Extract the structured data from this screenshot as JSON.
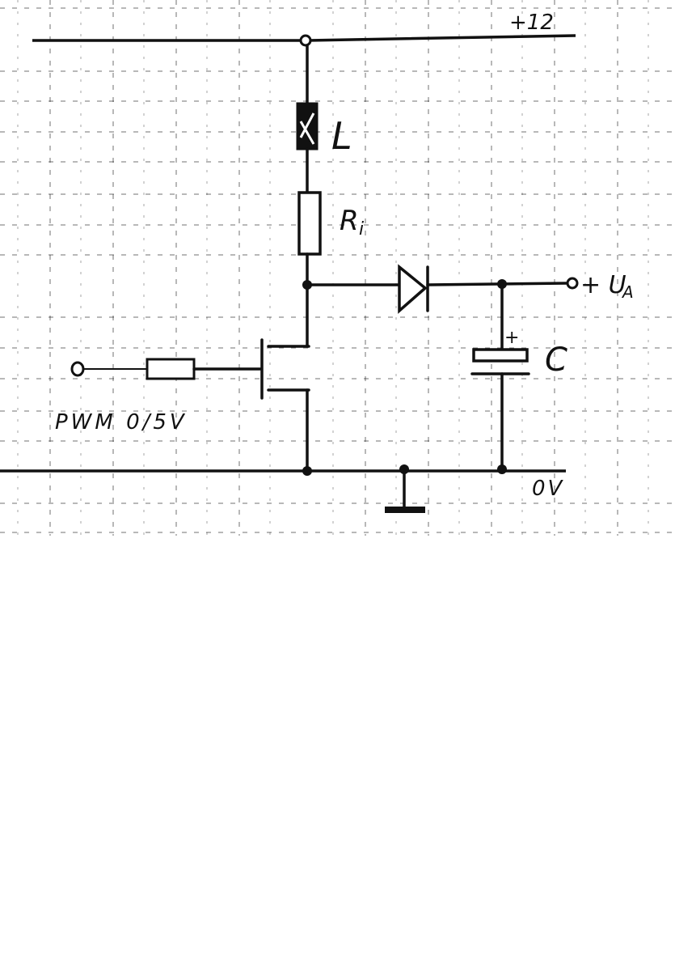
{
  "labels": {
    "supply": "+12",
    "inductor": "L",
    "resistor": "R",
    "resistor_sub": "i",
    "output": "+ U",
    "output_sub": "A",
    "capacitor": "C",
    "capacitor_polarity": "+",
    "pwm": "PWM 0/5V",
    "ground_rail": "0V"
  }
}
